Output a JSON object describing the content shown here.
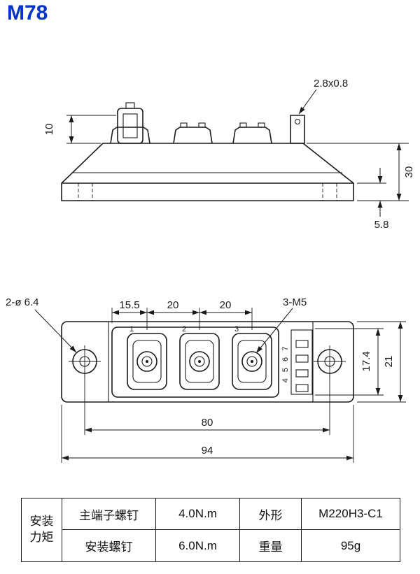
{
  "title": {
    "text": "M78",
    "color": "#0033cc"
  },
  "colors": {
    "line": "#1a1a1a",
    "accent": "#0033cc"
  },
  "side_view": {
    "terminal_tab_label": "2.8x0.8",
    "dim_terminal_height": "10",
    "dim_body_height": "30",
    "dim_baseplate_thickness": "5.8"
  },
  "top_view": {
    "holes_label": "2-ø 6.4",
    "dim_left_to_terminal1": "15.5",
    "dim_terminal_pitch_1": "20",
    "dim_terminal_pitch_2": "20",
    "screws_label": "3-M5",
    "dim_inner_height": "17.4",
    "dim_body_height": "21",
    "dim_hole_spacing": "80",
    "dim_overall_length": "94",
    "terminal_numbers": [
      "1",
      "2",
      "3"
    ],
    "pin_numbers": "4 5 6 7"
  },
  "spec_table": {
    "row_header": {
      "line1": "安装",
      "line2": "力矩"
    },
    "rows": [
      {
        "label": "主端子螺钉",
        "value": "4.0N.m",
        "label2": "外形",
        "value2": "M220H3-C1"
      },
      {
        "label": "安装螺钉",
        "value": "6.0N.m",
        "label2": "重量",
        "value2": "95g"
      }
    ]
  }
}
